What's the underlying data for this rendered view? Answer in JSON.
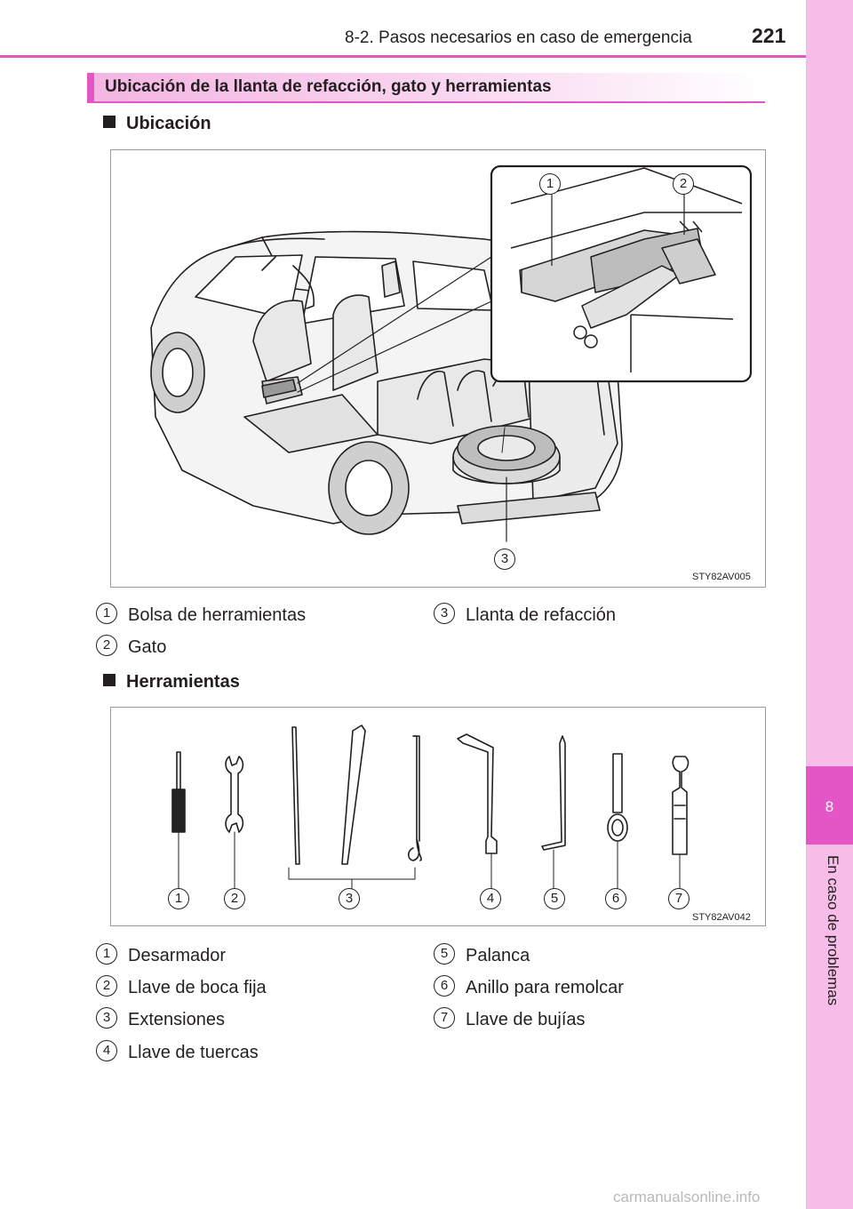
{
  "header": {
    "section_title": "8-2. Pasos necesarios en caso de emergencia",
    "page_number": "221"
  },
  "side_tab": {
    "chapter_number": "8",
    "chapter_title": "En caso de problemas"
  },
  "section_bar": {
    "title": "Ubicación de la llanta de refacción, gato y herramientas"
  },
  "location": {
    "heading": "Ubicación",
    "figure_code": "STY82AV005",
    "callouts": [
      "1",
      "2",
      "3"
    ],
    "legend": [
      {
        "num": "1",
        "label": "Bolsa de herramientas"
      },
      {
        "num": "2",
        "label": "Gato"
      },
      {
        "num": "3",
        "label": "Llanta de refacción"
      }
    ]
  },
  "tools": {
    "heading": "Herramientas",
    "figure_code": "STY82AV042",
    "callouts": [
      "1",
      "2",
      "3",
      "4",
      "5",
      "6",
      "7"
    ],
    "legend": [
      {
        "num": "1",
        "label": "Desarmador"
      },
      {
        "num": "2",
        "label": "Llave de boca fija"
      },
      {
        "num": "3",
        "label": "Extensiones"
      },
      {
        "num": "4",
        "label": "Llave de tuercas"
      },
      {
        "num": "5",
        "label": "Palanca"
      },
      {
        "num": "6",
        "label": "Anillo para remolcar"
      },
      {
        "num": "7",
        "label": "Llave de bujías"
      }
    ]
  },
  "watermark": "carmanualsonline.info",
  "colors": {
    "accent": "#e455c6",
    "tab": "#f7bde8",
    "text": "#231f20"
  }
}
